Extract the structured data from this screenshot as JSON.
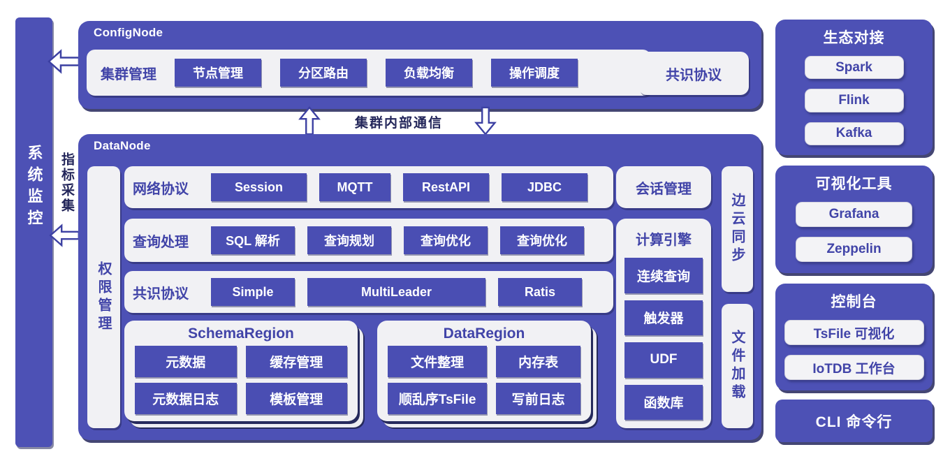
{
  "colors": {
    "primary_blue": "#4d51b5",
    "button_blue": "#4a4eb3",
    "panel_gray": "#f1f1f4",
    "label_blue": "#4144a8",
    "dark_navy": "#23265a"
  },
  "left_sidebar": {
    "title": "系统监控",
    "metrics_label": "指标采集"
  },
  "config_node": {
    "title": "ConfigNode",
    "cluster_mgmt_label": "集群管理",
    "buttons": [
      "节点管理",
      "分区路由",
      "负载均衡",
      "操作调度"
    ],
    "consensus_label": "共识协议"
  },
  "communication": {
    "label": "集群内部通信"
  },
  "data_node": {
    "title": "DataNode",
    "permission_label": "权限管理",
    "rows": [
      {
        "label": "网络协议",
        "buttons": [
          "Session",
          "MQTT",
          "RestAPI",
          "JDBC"
        ]
      },
      {
        "label": "查询处理",
        "buttons": [
          "SQL 解析",
          "查询规划",
          "查询优化",
          "查询优化"
        ]
      },
      {
        "label": "共识协议",
        "buttons": [
          "Simple",
          "MultiLeader",
          "Ratis"
        ]
      }
    ],
    "schema_region": {
      "title": "SchemaRegion",
      "buttons": [
        "元数据",
        "缓存管理",
        "元数据日志",
        "模板管理"
      ]
    },
    "data_region": {
      "title": "DataRegion",
      "buttons": [
        "文件整理",
        "内存表",
        "顺乱序TsFile",
        "写前日志"
      ]
    },
    "session_label": "会话管理",
    "compute_engine": {
      "title": "计算引擎",
      "buttons": [
        "连续查询",
        "触发器",
        "UDF",
        "函数库"
      ]
    },
    "edge_cloud_sync_label": "边云同步",
    "file_load_label": "文件加载"
  },
  "right_column": {
    "panels": [
      {
        "title": "生态对接",
        "items": [
          "Spark",
          "Flink",
          "Kafka"
        ]
      },
      {
        "title": "可视化工具",
        "items": [
          "Grafana",
          "Zeppelin"
        ]
      },
      {
        "title": "控制台",
        "items": [
          "TsFile 可视化",
          "IoTDB 工作台"
        ]
      }
    ],
    "cli_label": "CLI 命令行"
  }
}
